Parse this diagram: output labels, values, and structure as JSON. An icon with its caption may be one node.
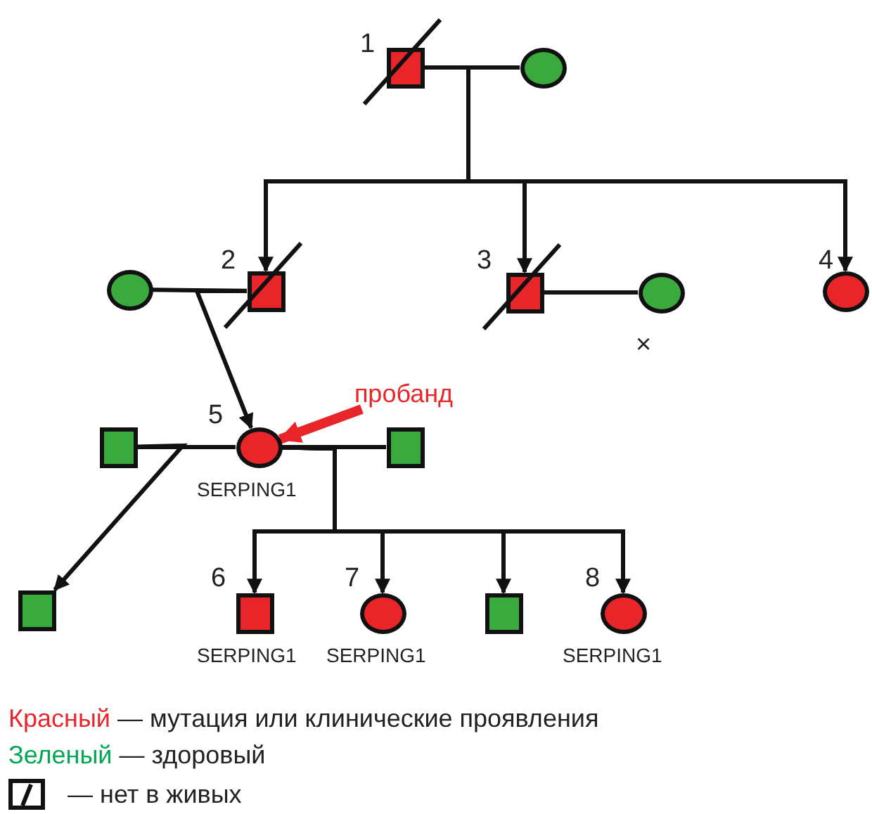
{
  "diagram": {
    "nodes": [
      {
        "text": [],
        "shape": "box",
        "beside": [
          "1"
        ]
      },
      {
        "text": [],
        "shape": "circle"
      },
      {
        "text": [],
        "shape": "circle"
      },
      {
        "text": [],
        "shape": "box",
        "beside": [
          "2"
        ]
      },
      {
        "text": [],
        "shape": "box",
        "beside": [
          "3"
        ]
      },
      {
        "text": [],
        "shape": "circle",
        "beside": [
          "×"
        ]
      },
      {
        "text": [],
        "shape": "circle",
        "beside": [
          "4"
        ]
      },
      {
        "text": [],
        "shape": "box"
      },
      {
        "text": [],
        "shape": "circle",
        "beside": [
          "5",
          "SERPING1"
        ]
      },
      {
        "text": [],
        "shape": "box"
      },
      {
        "text": [
          "пробанд"
        ]
      },
      {
        "text": [],
        "shape": "box"
      },
      {
        "text": [],
        "shape": "box",
        "beside": [
          "6",
          "SERPING1"
        ]
      },
      {
        "text": [],
        "shape": "circle",
        "beside": [
          "7",
          "SERPING1"
        ]
      },
      {
        "text": [],
        "shape": "box"
      },
      {
        "text": [],
        "shape": "circle",
        "beside": [
          "8",
          "SERPING1"
        ]
      }
    ],
    "edges": [
      {
        "from": 0,
        "to": 1,
        "arrow": "none"
      },
      {
        "from": 0,
        "to": 3,
        "arrow": "to"
      },
      {
        "from": 0,
        "to": 4,
        "arrow": "to"
      },
      {
        "from": 0,
        "to": 6,
        "arrow": "to"
      },
      {
        "from": 2,
        "to": 3,
        "arrow": "none"
      },
      {
        "from": 3,
        "to": 8,
        "arrow": "to"
      },
      {
        "from": 4,
        "to": 5,
        "arrow": "none"
      },
      {
        "from": 7,
        "to": 8,
        "arrow": "none"
      },
      {
        "from": 7,
        "to": 11,
        "arrow": "to"
      },
      {
        "from": 8,
        "to": 9,
        "arrow": "none"
      },
      {
        "from": 8,
        "to": 12,
        "arrow": "to"
      },
      {
        "from": 8,
        "to": 13,
        "arrow": "to"
      },
      {
        "from": 8,
        "to": 14,
        "arrow": "to"
      },
      {
        "from": 8,
        "to": 15,
        "arrow": "to"
      },
      {
        "from": 10,
        "to": 8,
        "arrow": "to",
        "style": "thick",
        "color": "#e8262a"
      }
    ],
    "legend": [
      {
        "text": "Красный — мутация или клинические проявления",
        "color": "#e8262a"
      },
      {
        "text": "Зеленый — здоровый",
        "color": "#00a651"
      },
      {
        "text": "— нет в живых"
      }
    ]
  }
}
